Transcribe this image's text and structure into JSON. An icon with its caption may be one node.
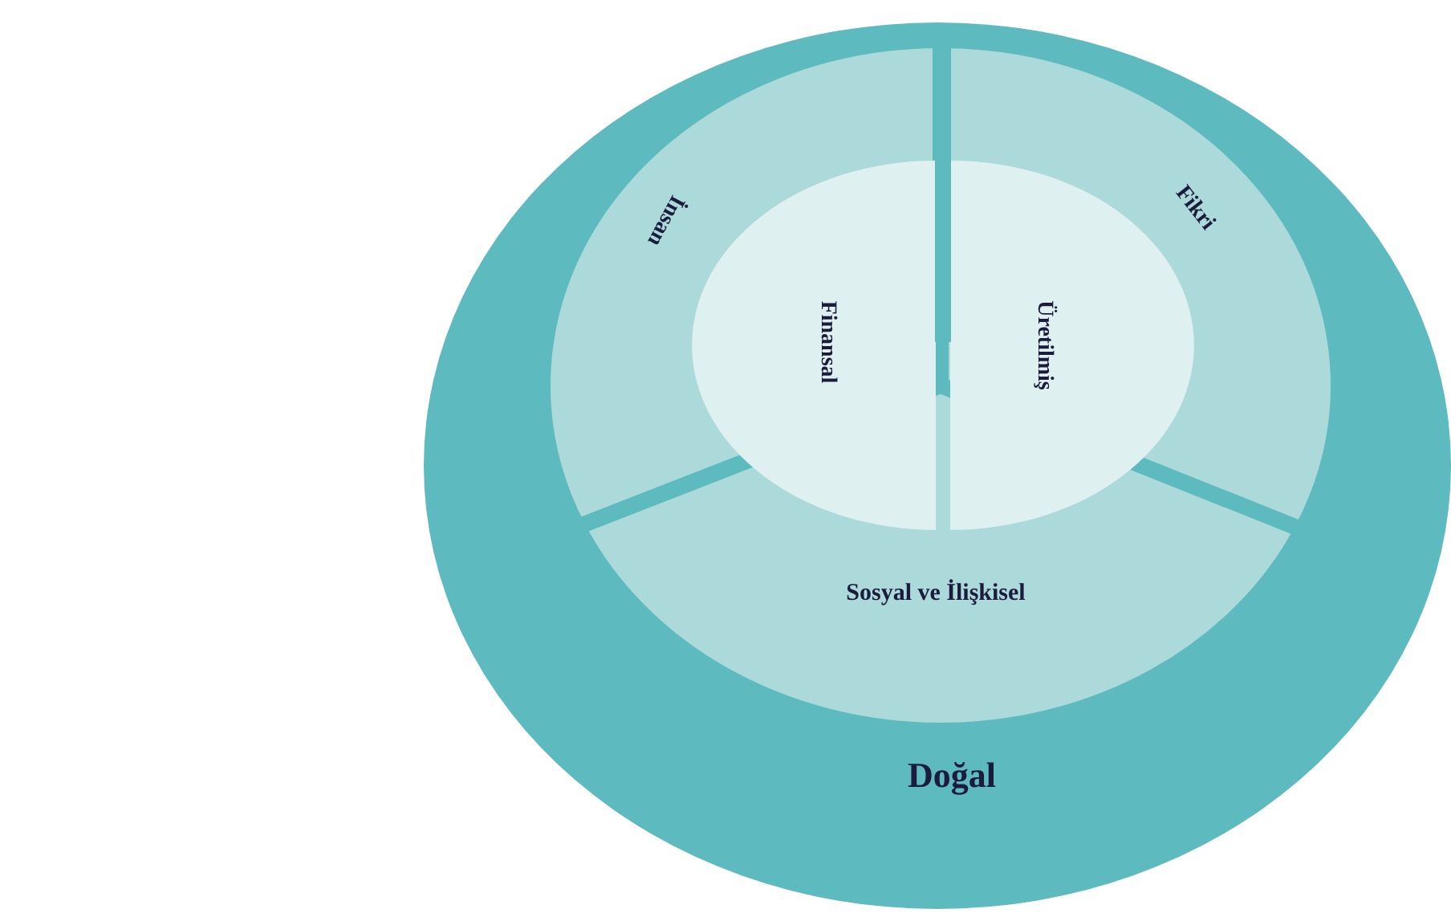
{
  "diagram": {
    "nodes": [
      {
        "text": [
          "Doğal"
        ]
      },
      {
        "text": [
          "İnsan"
        ],
        "in": 0
      },
      {
        "text": [
          "Fikri"
        ],
        "in": 0
      },
      {
        "text": [
          "Finansal"
        ],
        "in": 1
      },
      {
        "text": [
          "Üretilmiş"
        ],
        "in": 2
      },
      {
        "text": [
          "Sosyal ve İlişkisel"
        ],
        "in": 0
      }
    ]
  }
}
